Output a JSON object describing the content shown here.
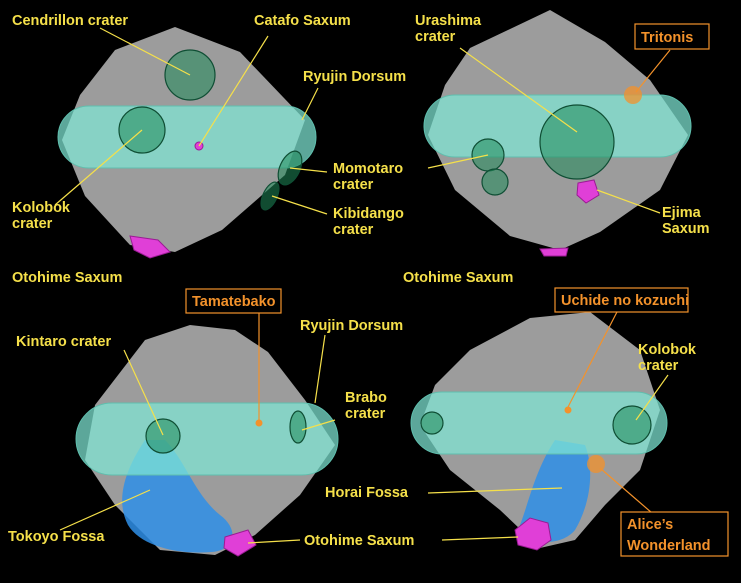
{
  "panels": {
    "top_left": {
      "cendrillon": "Cendrillon crater",
      "catafo": "Catafo Saxum",
      "ryujin": "Ryujin Dorsum",
      "kolobok_1": "Kolobok",
      "kolobok_2": "crater",
      "momotaro_1": "Momotaro",
      "momotaro_2": "crater",
      "kibidango_1": "Kibidango",
      "kibidango_2": "crater",
      "otohime": "Otohime Saxum"
    },
    "top_right": {
      "urashima_1": "Urashima",
      "urashima_2": "crater",
      "tritonis": "Tritonis",
      "ejima_1": "Ejima",
      "ejima_2": "Saxum",
      "otohime": "Otohime Saxum"
    },
    "bottom_left": {
      "tamatebako": "Tamatebako",
      "ryujin": "Ryujin Dorsum",
      "kintaro": "Kintaro crater",
      "brabo_1": "Brabo",
      "brabo_2": "crater",
      "tokoyo": "Tokoyo Fossa",
      "otohime": "Otohime Saxum"
    },
    "bottom_right": {
      "uchide": "Uchide no kozuchi",
      "kolobok_1": "Kolobok",
      "kolobok_2": "crater",
      "horai": "Horai Fossa",
      "alice_1": "Alice’s",
      "alice_2": "Wonderland"
    }
  },
  "colors": {
    "label_yellow": "#f5e04a",
    "label_orange": "#f3922b",
    "band_cyan": "#7fe8d6",
    "crater_green": "#1f8a5a",
    "saxum_magenta": "#e03fd7",
    "fossa_blue": "#2f8fe8",
    "asteroid_gray": "#9c9c9c",
    "background": "#000000"
  }
}
